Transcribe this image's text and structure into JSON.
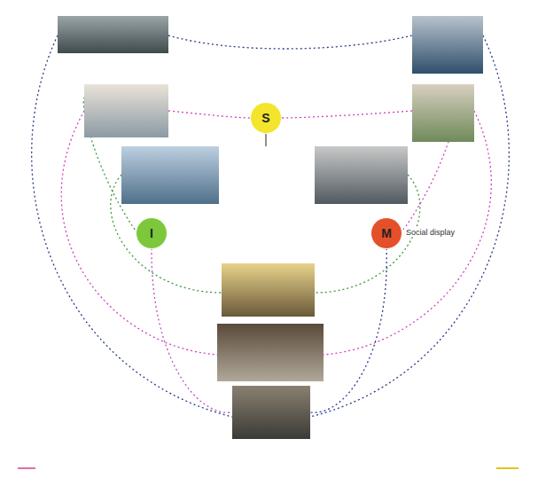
{
  "diagram": {
    "nodes": [
      {
        "text": [
          "S"
        ]
      },
      {
        "text": [
          "I"
        ]
      },
      {
        "text": [
          "M"
        ]
      }
    ],
    "labels": [
      "Social display"
    ]
  }
}
